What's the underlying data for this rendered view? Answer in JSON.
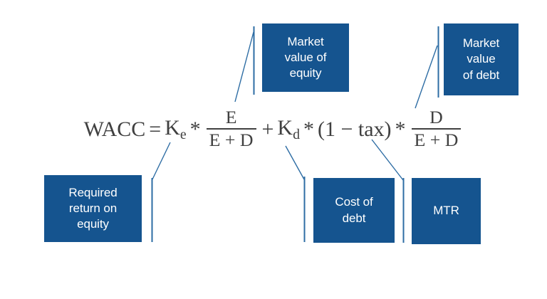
{
  "diagram": {
    "title": "WACC formula annotated diagram",
    "background_color": "#ffffff",
    "box_color": "#15548F",
    "box_text_color": "#ffffff",
    "connector_color": "#2E6DA4",
    "formula_text_color": "#404040"
  },
  "formula": {
    "plain_text": "WACC = Ke * E/(E + D) + Kd * (1 - tax) * D/(E + D)",
    "lhs": "WACC",
    "equals": "=",
    "ke_base": "K",
    "ke_sub": "e",
    "mul1": "*",
    "frac1_num": "E",
    "frac1_den": "E + D",
    "plus": "+",
    "kd_base": "K",
    "kd_sub": "d",
    "mul2": "*",
    "tax_group": "(1 − tax)",
    "mul3": "*",
    "frac2_num": "D",
    "frac2_den": "E + D"
  },
  "callouts": [
    {
      "id": "market-value-of-equity",
      "label": "Market\nvalue of\nequity",
      "points_to": "E (numerator of first fraction)"
    },
    {
      "id": "market-value-of-debt",
      "label": "Market\nvalue\nof debt",
      "points_to": "D (numerator of second fraction)"
    },
    {
      "id": "required-return-on-equity",
      "label": "Required\nreturn on\nequity",
      "points_to": "Ke"
    },
    {
      "id": "cost-of-debt",
      "label": "Cost of\ndebt",
      "points_to": "Kd"
    },
    {
      "id": "mtr",
      "label": "MTR",
      "points_to": "(1 − tax)"
    }
  ]
}
